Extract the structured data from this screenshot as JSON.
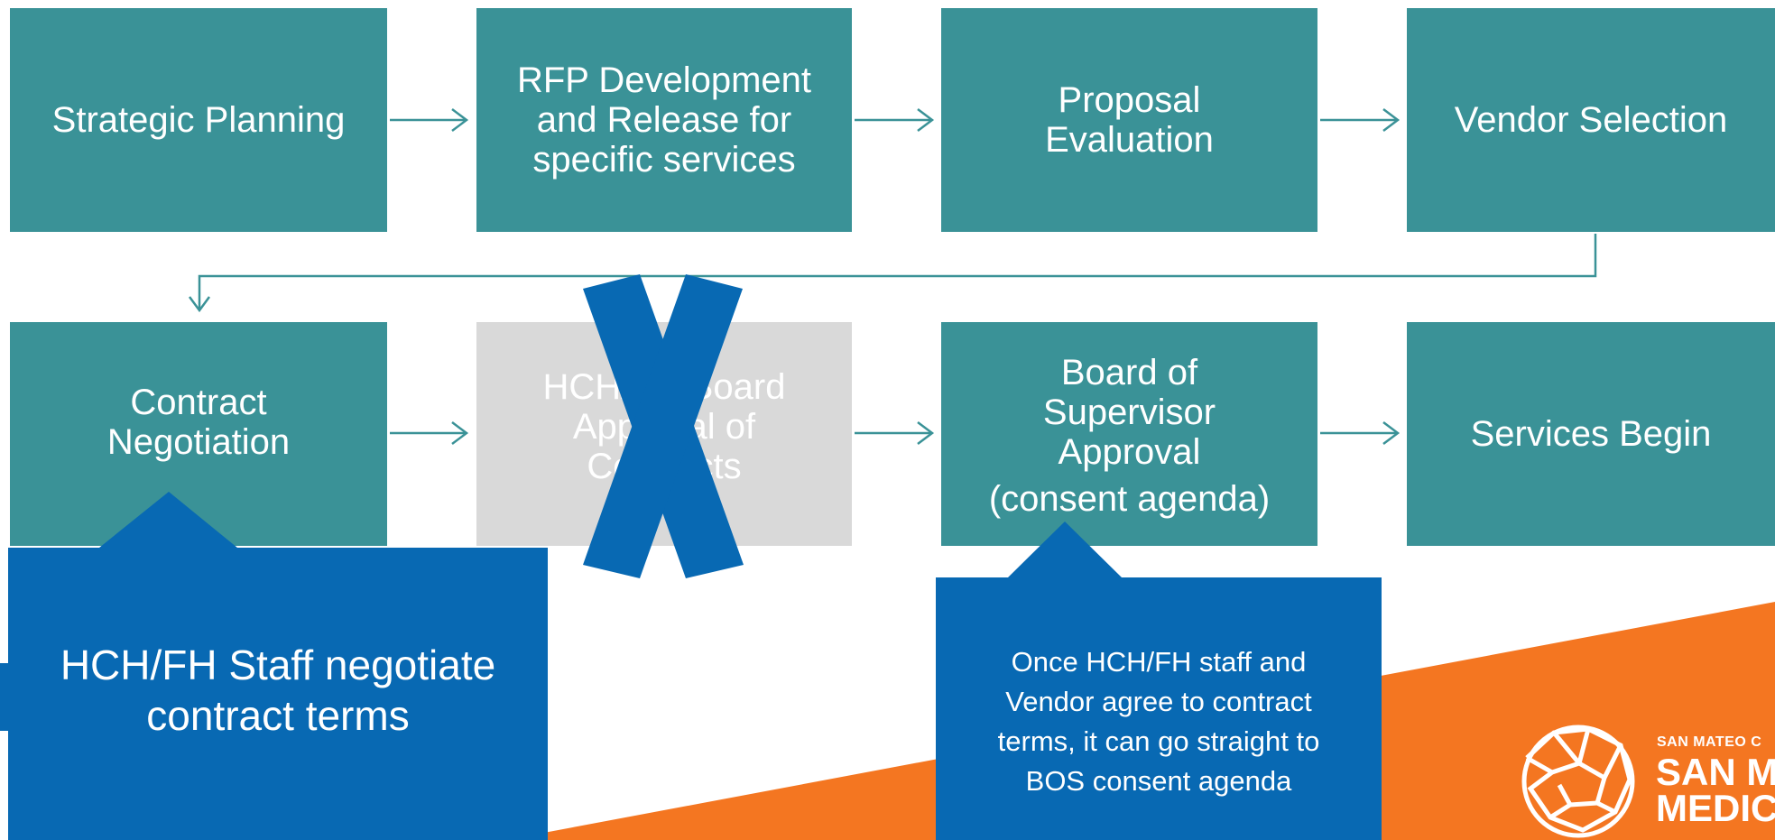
{
  "colors": {
    "teal": "#3a9297",
    "grey": "#d9d9d9",
    "blue": "#0869b3",
    "orange": "#f47621"
  },
  "row1": {
    "strategic_planning": "Strategic Planning",
    "rfp_line1": "RFP Development",
    "rfp_line2": "and Release for",
    "rfp_line3": "specific services",
    "proposal_line1": "Proposal",
    "proposal_line2": "Evaluation",
    "vendor_selection": "Vendor Selection"
  },
  "row2": {
    "contract_line1": "Contract",
    "contract_line2": "Negotiation",
    "hch_line1": "HCH/FH Board",
    "hch_line2": "Approval of",
    "hch_line3": "Contracts",
    "bos_line1": "Board of",
    "bos_line2": "Supervisor",
    "bos_line3": "Approval",
    "bos_line4": "(consent agenda)",
    "services_begin": "Services Begin"
  },
  "callouts": {
    "left_line1": "HCH/FH Staff negotiate",
    "left_line2": "contract terms",
    "right_line1": "Once HCH/FH staff and",
    "right_line2": "Vendor agree to contract",
    "right_line3": "terms, it can go straight to",
    "right_line4": "BOS consent agenda"
  },
  "logo": {
    "line1": "SAN MATEO C",
    "line2": "SAN M",
    "line3": "MEDIC"
  },
  "icons": {
    "logo_mark": "globe-mark-icon",
    "cross": "x-cross-icon"
  }
}
